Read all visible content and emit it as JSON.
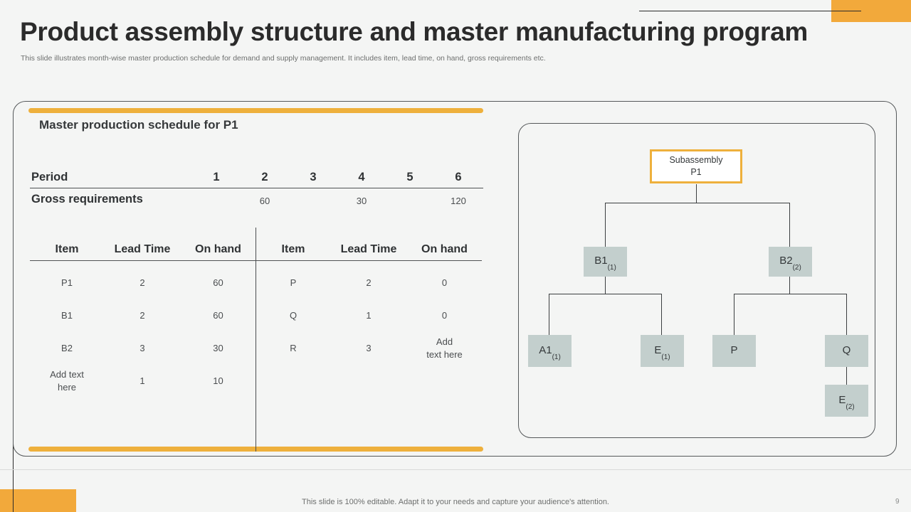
{
  "header": {
    "title": "Product assembly structure and master manufacturing program",
    "subtitle": "This slide illustrates month-wise master production schedule for demand and supply management. It includes item, lead time, on hand, gross requirements etc."
  },
  "left_panel": {
    "heading": "Master production schedule for P1",
    "mps": {
      "period_label": "Period",
      "periods": [
        "1",
        "2",
        "3",
        "4",
        "5",
        "6"
      ],
      "gross_label": "Gross requirements",
      "gross_values": [
        "",
        "60",
        "",
        "30",
        "",
        "120"
      ]
    },
    "table_left": {
      "headers": [
        "Item",
        "Lead Time",
        "On hand"
      ],
      "rows": [
        [
          "P1",
          "2",
          "60"
        ],
        [
          "B1",
          "2",
          "60"
        ],
        [
          "B2",
          "3",
          "30"
        ],
        [
          "Add text\nhere",
          "1",
          "10"
        ]
      ]
    },
    "table_right": {
      "headers": [
        "Item",
        "Lead Time",
        "On hand"
      ],
      "rows": [
        [
          "P",
          "2",
          "0"
        ],
        [
          "Q",
          "1",
          "0"
        ],
        [
          "R",
          "3",
          "Add\ntext here"
        ]
      ]
    }
  },
  "diagram": {
    "root": {
      "line1": "Subassembly",
      "line2": "P1"
    },
    "nodes": [
      {
        "id": "b1",
        "label": "B1",
        "qty": "(1)"
      },
      {
        "id": "b2",
        "label": "B2",
        "qty": "(2)"
      },
      {
        "id": "a1",
        "label": "A1",
        "qty": "(1)"
      },
      {
        "id": "e1",
        "label": "E",
        "qty": "(1)"
      },
      {
        "id": "p",
        "label": "P",
        "qty": ""
      },
      {
        "id": "q",
        "label": "Q",
        "qty": ""
      },
      {
        "id": "e2",
        "label": "E",
        "qty": "(2)"
      }
    ]
  },
  "footer": {
    "note": "This slide is 100% editable. Adapt it to your needs and capture your audience's attention.",
    "page_number": "9"
  },
  "colors": {
    "accent_orange": "#eeb03c",
    "node_fill": "#c3cfcd",
    "background": "#f4f5f4",
    "text_dark": "#2b2b2b"
  }
}
